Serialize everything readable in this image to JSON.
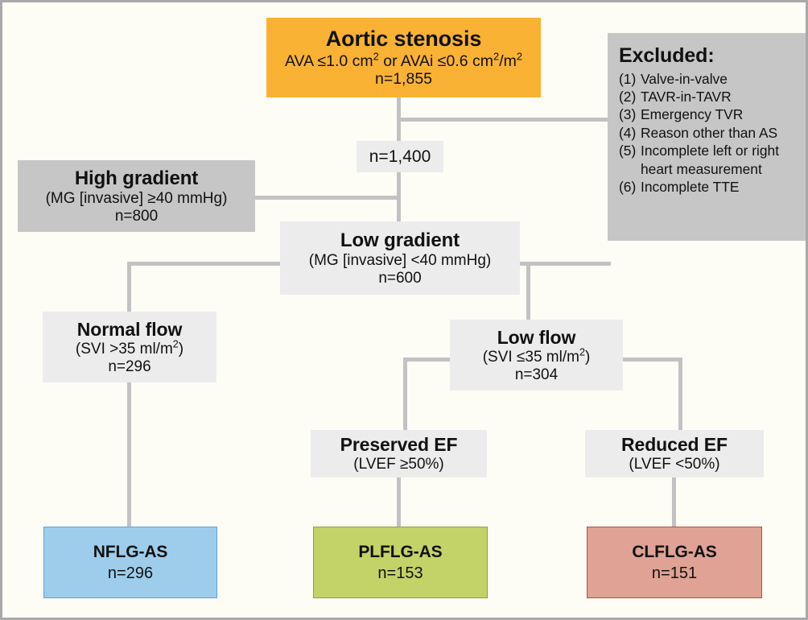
{
  "figure": {
    "type": "flowchart",
    "title": "Aortic stenosis patient classification flow diagram",
    "background_color": "#fdfdf6",
    "border_color": "#a9a9a9",
    "connector_color": "#c2c2c2"
  },
  "colors": {
    "orange": "#f9b233",
    "grey": "#c6c6c6",
    "light_grey": "#ececec",
    "blue": "#9ecdec",
    "blue_border": "#5fa4d4",
    "green": "#c3d368",
    "green_border": "#8aa23a",
    "red": "#dfa294",
    "red_border": "#b5503f"
  },
  "nodes": {
    "aortic_stenosis": {
      "title": "Aortic stenosis",
      "criteria_prefix": "AVA ≤1.0 cm",
      "criteria_mid": " or AVAi ≤0.6 cm",
      "criteria_suffix": "/m",
      "count": "n=1,855",
      "n": 1855,
      "fill": "#f9b233"
    },
    "excluded": {
      "title": "Excluded:",
      "items": [
        {
          "num": "(1)",
          "text": "Valve-in-valve"
        },
        {
          "num": "(2)",
          "text": "TAVR-in-TAVR"
        },
        {
          "num": "(3)",
          "text": "Emergency TVR"
        },
        {
          "num": "(4)",
          "text": "Reason other than AS"
        },
        {
          "num": "(5)",
          "text": "Incomplete left or right\n     heart measurement"
        },
        {
          "num": "(6)",
          "text": "Incomplete TTE"
        }
      ],
      "fill": "#c6c6c6"
    },
    "included": {
      "count": "n=1,400",
      "n": 1400,
      "fill": "#ececec"
    },
    "high_gradient": {
      "title": "High gradient",
      "criteria": "(MG [invasive] ≥40 mmHg)",
      "count": "n=800",
      "n": 800,
      "fill": "#c6c6c6"
    },
    "low_gradient": {
      "title": "Low gradient",
      "criteria": "(MG [invasive] <40 mmHg)",
      "count": "n=600",
      "n": 600,
      "fill": "#ececec"
    },
    "normal_flow": {
      "title": "Normal flow",
      "criteria_prefix": "(SVI >35 ml/m",
      "criteria_suffix": ")",
      "count": "n=296",
      "n": 296,
      "fill": "#ececec"
    },
    "low_flow": {
      "title": "Low flow",
      "criteria_prefix": "(SVI ≤35 ml/m",
      "criteria_suffix": ")",
      "count": "n=304",
      "n": 304,
      "fill": "#ececec"
    },
    "preserved_ef": {
      "title": "Preserved EF",
      "criteria": "(LVEF ≥50%)",
      "fill": "#ececec"
    },
    "reduced_ef": {
      "title": "Reduced EF",
      "criteria": "(LVEF <50%)",
      "fill": "#ececec"
    },
    "nflg_as": {
      "title": "NFLG-AS",
      "count": "n=296",
      "n": 296,
      "fill": "#9ecdec"
    },
    "plflg_as": {
      "title": "PLFLG-AS",
      "count": "n=153",
      "n": 153,
      "fill": "#c3d368"
    },
    "clflg_as": {
      "title": "CLFLG-AS",
      "count": "n=151",
      "n": 151,
      "fill": "#dfa294"
    }
  },
  "superscripts": {
    "sq": "2"
  }
}
